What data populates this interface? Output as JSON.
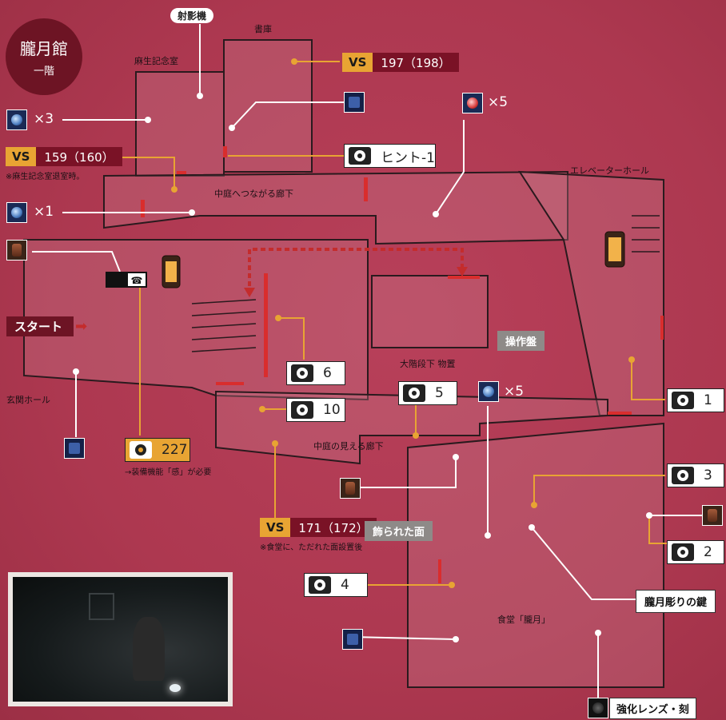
{
  "map": {
    "title": "朧月館",
    "floor": "一階"
  },
  "rooms": [
    "書庫",
    "麻生記念室",
    "中庭へつながる廊下",
    "エレベーターホール",
    "大階段下 物置",
    "玄関ホール",
    "中庭の見える廊下",
    "食堂「朧月」"
  ],
  "labels": {
    "projector": "射影機",
    "start": "スタート",
    "control_panel": "操作盤",
    "decorated_mask": "飾られた面",
    "key": "朧月彫りの鍵",
    "lens": "強化レンズ・刻"
  },
  "vs": [
    {
      "tag": "VS",
      "number": "197（198）"
    },
    {
      "tag": "VS",
      "number": "159（160）",
      "note": "※麻生記念室退室時。"
    },
    {
      "tag": "VS",
      "number": "171（172）",
      "note": "※食堂に、ただれた面設置後"
    }
  ],
  "cameras": [
    {
      "text": "ヒント-1"
    },
    {
      "text": "6"
    },
    {
      "text": "10"
    },
    {
      "text": "5"
    },
    {
      "text": "1"
    },
    {
      "text": "3"
    },
    {
      "text": "2"
    },
    {
      "text": "4"
    },
    {
      "text": "227",
      "note": "→装備機能「感」が必要"
    }
  ],
  "item_counts": [
    "×3",
    "×1",
    "×5",
    "×5"
  ],
  "colors": {
    "background": "#b2394f",
    "badge": "#6d1424",
    "vs_tag": "#e8a433",
    "vs_number": "#7a1226",
    "marker_line_orange": "#e8a433",
    "door_red": "#d92d2d"
  },
  "icons": [
    "telephone-icon",
    "camera-icon",
    "lantern-icon",
    "arrow-right-icon"
  ]
}
